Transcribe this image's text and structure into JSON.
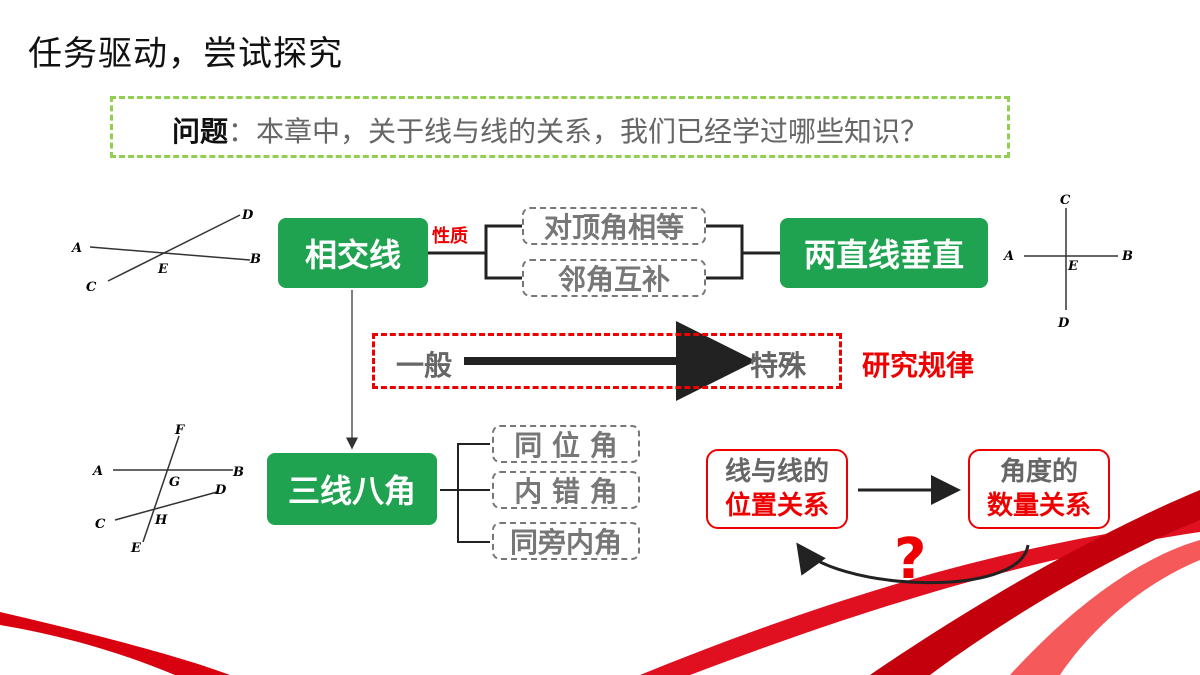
{
  "title": "任务驱动，尝试探究",
  "question": {
    "label": "问题",
    "text": "：本章中，关于线与线的关系，我们已经学过哪些知识？"
  },
  "intersect_box": "相交线",
  "property_tag": "性质",
  "prop1": "对顶角相等",
  "prop2": "邻角互补",
  "perp_box": "两直线垂直",
  "general": "一般",
  "special": "特殊",
  "rule": "研究规律",
  "threelines_box": "三线八角",
  "angles": [
    "同 位 角",
    "内 错 角",
    "同旁内角"
  ],
  "position": {
    "line1": "线与线的",
    "line2": "位置关系"
  },
  "quantity": {
    "line1": "角度的",
    "line2": "数量关系"
  },
  "question_mark": "?",
  "fig1_labels": {
    "A": "A",
    "B": "B",
    "C": "C",
    "D": "D",
    "E": "E"
  },
  "fig2_labels": {
    "A": "A",
    "B": "B",
    "C": "C",
    "D": "D",
    "E": "E"
  },
  "fig3_labels": {
    "A": "A",
    "B": "B",
    "C": "C",
    "D": "D",
    "E": "E",
    "F": "F",
    "G": "G",
    "H": "H"
  }
}
